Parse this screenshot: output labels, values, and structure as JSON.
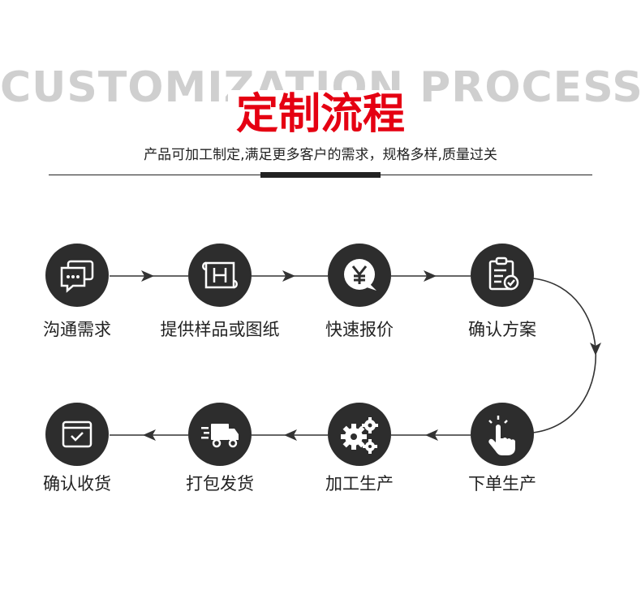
{
  "header": {
    "bg_title": "CUSTOMIZATION PROCESS",
    "title": "定制流程",
    "subtitle": "产品可加工制定,满足更多客户的需求，规格多样,质量过关"
  },
  "steps": [
    {
      "label": "沟通需求",
      "icon": "chat-icon"
    },
    {
      "label": "提供样品或图纸",
      "icon": "blueprint-icon"
    },
    {
      "label": "快速报价",
      "icon": "yuan-icon"
    },
    {
      "label": "确认方案",
      "icon": "clipboard-check-icon"
    },
    {
      "label": "下单生产",
      "icon": "hand-click-icon"
    },
    {
      "label": "加工生产",
      "icon": "gears-icon"
    },
    {
      "label": "打包发货",
      "icon": "delivery-truck-icon"
    },
    {
      "label": "确认收货",
      "icon": "box-check-icon"
    }
  ],
  "colors": {
    "accent": "#e50012",
    "dark": "#2d2d2d",
    "watermark": "#cfcfcf"
  }
}
